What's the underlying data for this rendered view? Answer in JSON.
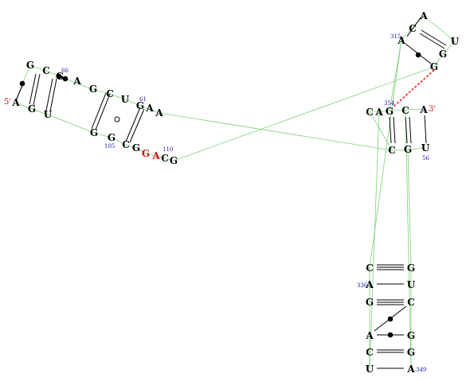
{
  "colors": {
    "backbone": "#7ccf7c",
    "pair": "#000000",
    "base": "#000000",
    "highlight_base": "#cc1111",
    "number": "#1a1aa6",
    "end_label": "#cc1111",
    "tertiary": "#ee2222"
  },
  "labels": {
    "five_prime": "5'",
    "three_prime": "3'"
  },
  "numbers": {
    "n66": "66",
    "n61": "61",
    "n105": "105",
    "n110": "110",
    "n315": "315",
    "n354": "354",
    "n56": "56",
    "n336": "336",
    "n349": "349"
  },
  "bases": {
    "h1_a_5p": "A",
    "h1_g_top": "G",
    "h1_c1": "C",
    "h1_g2": "G",
    "h1_a3": "A",
    "h1_g4": "G",
    "h1_c5": "C",
    "h1_u6": "U",
    "h1_g7": "G",
    "h1_a8": "A",
    "h1_a9": "A",
    "h1_g_bot1": "G",
    "h1_u_bot2": "U",
    "h1_g_bot3": "G",
    "h1_g_bot4": "G",
    "h1_c_bot5": "C",
    "h1_g_bot6": "G",
    "h1_g_bot7": "G",
    "h1_a_bot8": "A",
    "h1_c_bot9": "C",
    "h1_g_bot10": "G",
    "h2_a1": "A",
    "h2_c2": "C",
    "h2_a3": "A",
    "h2_u4": "U",
    "h2_g5": "G",
    "h2_g6": "G",
    "h3_c1": "C",
    "h3_a2": "A",
    "h3_g3": "G",
    "h3_c4": "C",
    "h3_a5": "A",
    "h3_c6": "C",
    "h3_g7": "G",
    "h3_u8": "U",
    "h4_c1": "C",
    "h4_g2": "G",
    "h4_a3": "A",
    "h4_u4": "U",
    "h4_g5": "G",
    "h4_c6": "C",
    "h4_a7": "A",
    "h4_g8": "G",
    "h4_c9": "C",
    "h4_g10": "G",
    "h4_u11": "U",
    "h4_a12": "A"
  }
}
